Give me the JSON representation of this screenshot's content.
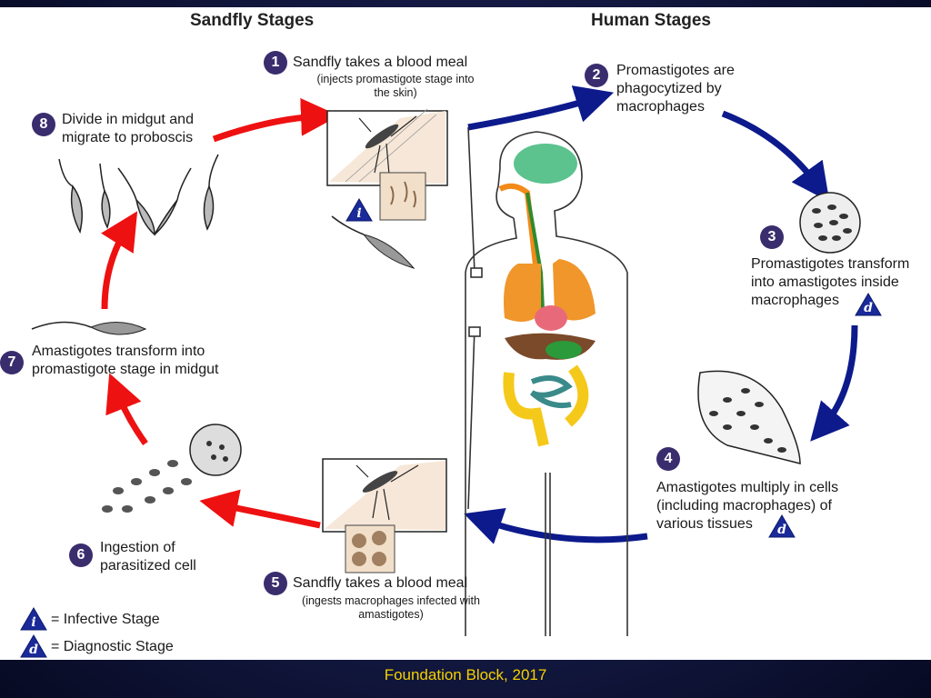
{
  "titles": {
    "sandfly": "Sandfly Stages",
    "human": "Human Stages"
  },
  "steps": [
    {
      "num": "1",
      "text": "Sandfly takes a blood meal",
      "sub": "(injects promastigote stage into the skin)"
    },
    {
      "num": "2",
      "text": "Promastigotes are phagocytized by macrophages"
    },
    {
      "num": "3",
      "text": "Promastigotes transform into amastigotes inside macrophages"
    },
    {
      "num": "4",
      "text": "Amastigotes multiply in cells (including macrophages) of various tissues"
    },
    {
      "num": "5",
      "text": "Sandfly takes a blood meal",
      "sub": "(ingests macrophages infected with amastigotes)"
    },
    {
      "num": "6",
      "text": "Ingestion of parasitized cell"
    },
    {
      "num": "7",
      "text": "Amastigotes transform into promastigote stage in midgut"
    },
    {
      "num": "8",
      "text": "Divide in midgut and migrate to proboscis"
    }
  ],
  "markers": {
    "infective": "i",
    "diagnostic": "d"
  },
  "legend": {
    "infective": "= Infective Stage",
    "diagnostic": "= Diagnostic Stage"
  },
  "colors": {
    "human_arrow": "#0d1a8c",
    "sandfly_arrow": "#ee1111",
    "step_circle": "#3a2d6e",
    "footer": "#f5d100"
  },
  "footer": "Foundation Block, 2017"
}
